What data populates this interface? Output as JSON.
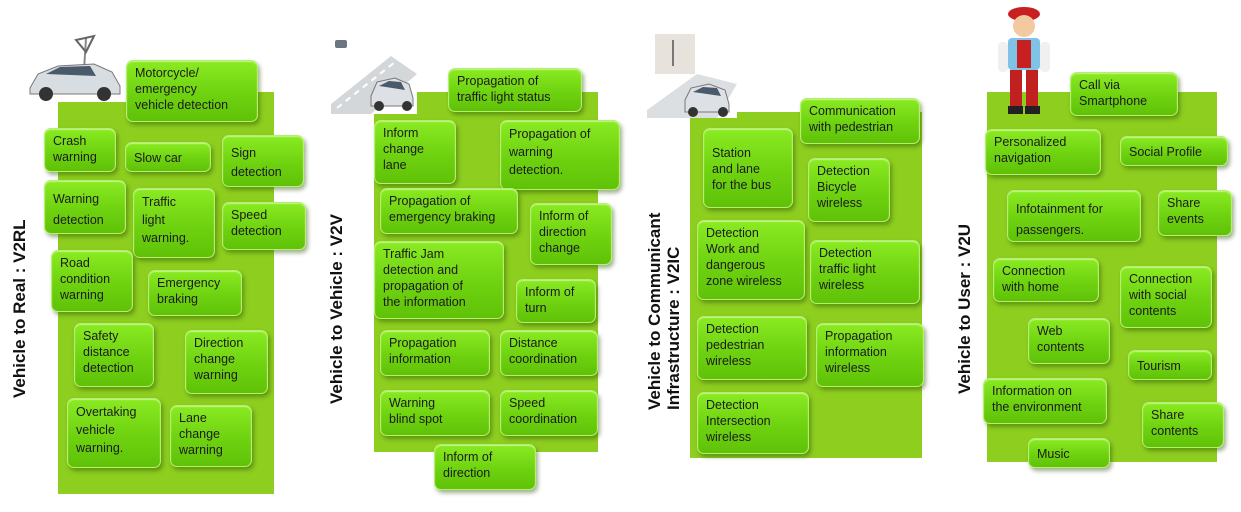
{
  "v2rl": {
    "title": "Vehicle to Real : V2RL",
    "items": [
      "Motorcycle/\nemergency\nvehicle detection",
      "Crash\nwarning",
      "Slow car",
      "Sign\ndetection",
      "Warning\ndetection",
      "Traffic\nlight\nwarning.",
      "Speed\ndetection",
      "Road\ncondition\nwarning",
      "Emergency\nbraking",
      "Safety\ndistance\ndetection",
      "Direction\nchange\nwarning",
      "Overtaking\nvehicle\nwarning.",
      "Lane\nchange\nwarning"
    ]
  },
  "v2v": {
    "title": "Vehicle to Vehicle : V2V",
    "items": [
      "Propagation of\ntraffic light status",
      "Inform\nchange\nlane",
      "Propagation of\nwarning\ndetection.",
      "Propagation of\nemergency braking",
      "Inform of\ndirection\nchange",
      "Traffic Jam\ndetection and\npropagation of\nthe information",
      "Inform of\nturn",
      "Propagation\ninformation",
      "Distance\ncoordination",
      "Warning\nblind spot",
      "Speed\ncoordination",
      "Inform of\ndirection"
    ]
  },
  "v2ic": {
    "title": "Vehicle to Communicant\nInfrastructure : V2IC",
    "items": [
      "Communication\nwith pedestrian",
      "Station\nand lane\nfor the bus",
      "Detection\nBicycle\nwireless",
      "Detection\nWork and\ndangerous\nzone wireless",
      "Detection\ntraffic light\nwireless",
      "Detection\npedestrian\nwireless",
      "Propagation\ninformation\nwireless",
      "Detection\nIntersection\nwireless"
    ]
  },
  "v2u": {
    "title": "Vehicle to User : V2U",
    "items": [
      "Call via\nSmartphone",
      "Personalized\nnavigation",
      "Social Profile",
      "Infotainment for\npassengers.",
      "Share\nevents",
      "Connection\nwith home",
      "Connection\nwith social\ncontents",
      "Web\ncontents",
      "Tourism",
      "Information on\nthe environment",
      "Share\ncontents",
      "Music"
    ]
  }
}
